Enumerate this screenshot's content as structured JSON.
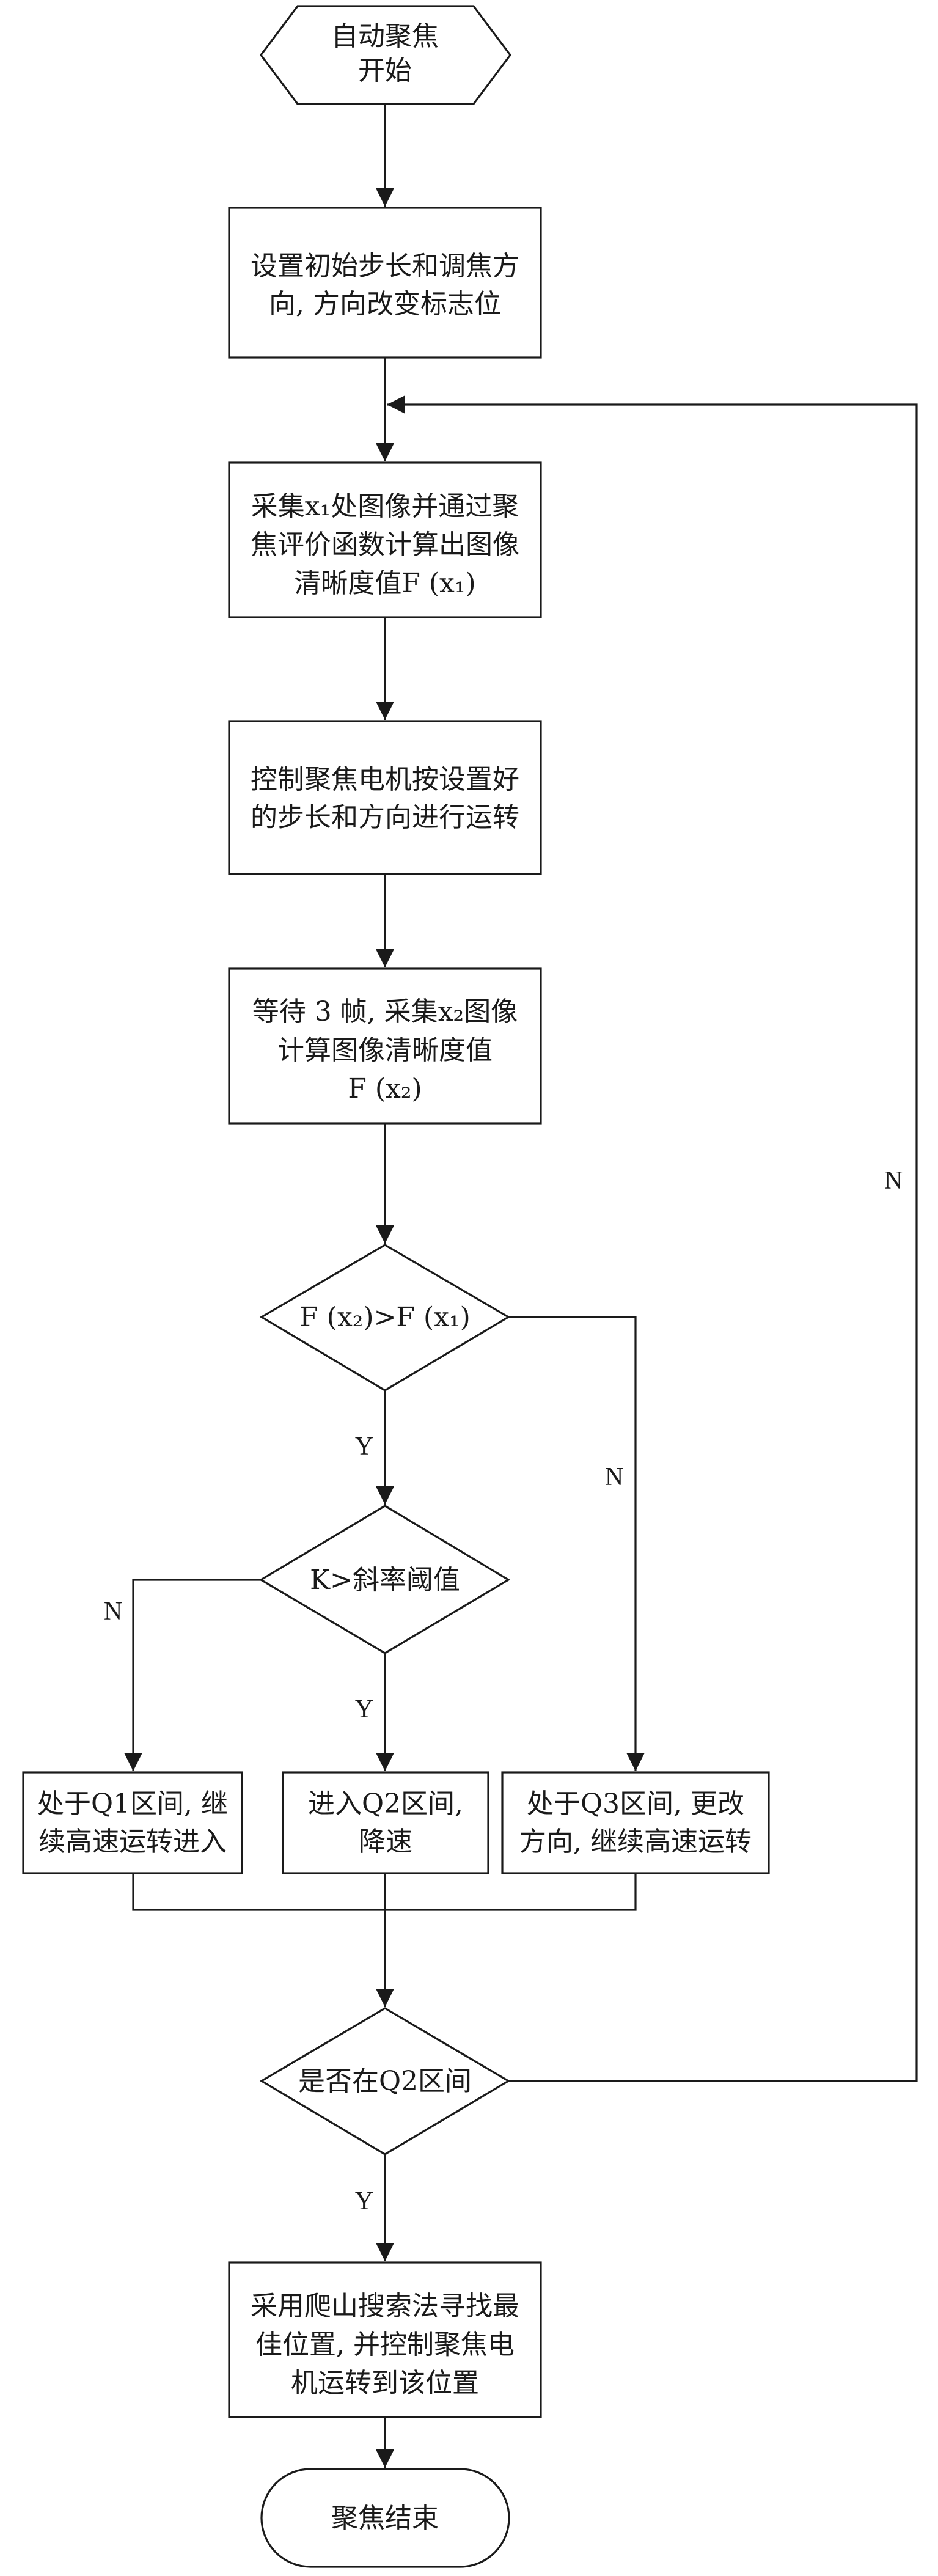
{
  "flowchart": {
    "start": [
      "自动聚焦",
      "开始"
    ],
    "set_initial": [
      "设置初始步长和调焦方",
      "向, 方向改变标志位"
    ],
    "capture_x1": [
      "采集x₁处图像并通过聚",
      "焦评价函数计算出图像",
      "清晰度值F (x₁)"
    ],
    "control_motor": [
      "控制聚焦电机按设置好",
      "的步长和方向进行运转"
    ],
    "wait_capture_x2": [
      "等待 3 帧, 采集x₂图像",
      "计算图像清晰度值",
      "F (x₂)"
    ],
    "compare_decision": "F (x₂)>F (x₁)",
    "slope_decision": "K>斜率阈值",
    "region_q1": [
      "处于Q1区间, 继",
      "续高速运转进入"
    ],
    "region_q2": [
      "进入Q2区间,",
      "降速"
    ],
    "region_q3": [
      "处于Q3区间, 更改",
      "方向, 继续高速运转"
    ],
    "in_q2_decision": "是否在Q2区间",
    "hill_climb": [
      "采用爬山搜索法寻找最",
      "佳位置, 并控制聚焦电",
      "机运转到该位置"
    ],
    "end": "聚焦结束"
  },
  "edge_labels": {
    "compare_yes": "Y",
    "compare_no": "N",
    "slope_yes": "Y",
    "slope_no": "N",
    "in_q2_yes": "Y",
    "in_q2_no": "N"
  },
  "colors": {
    "stroke": "#1a1a1a",
    "background": "#ffffff"
  }
}
